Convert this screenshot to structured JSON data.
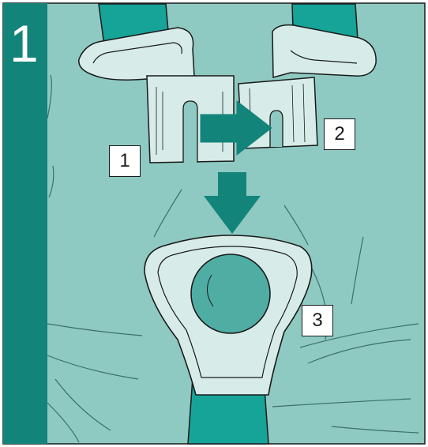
{
  "step": {
    "number": "1"
  },
  "callouts": {
    "c1": "1",
    "c2": "2",
    "c3": "3"
  },
  "colors": {
    "panel_bg": "#8ec9c2",
    "step_bar": "#13847a",
    "strap": "#16a398",
    "strap_dark": "#0f6f66",
    "buckle_light": "#d7ece9",
    "buckle_dot": "#4fada4",
    "arrow": "#13847a",
    "outline": "#1a1a1a"
  },
  "icons": {
    "right_arrow": "arrow-right-icon",
    "down_arrow": "arrow-down-icon"
  }
}
